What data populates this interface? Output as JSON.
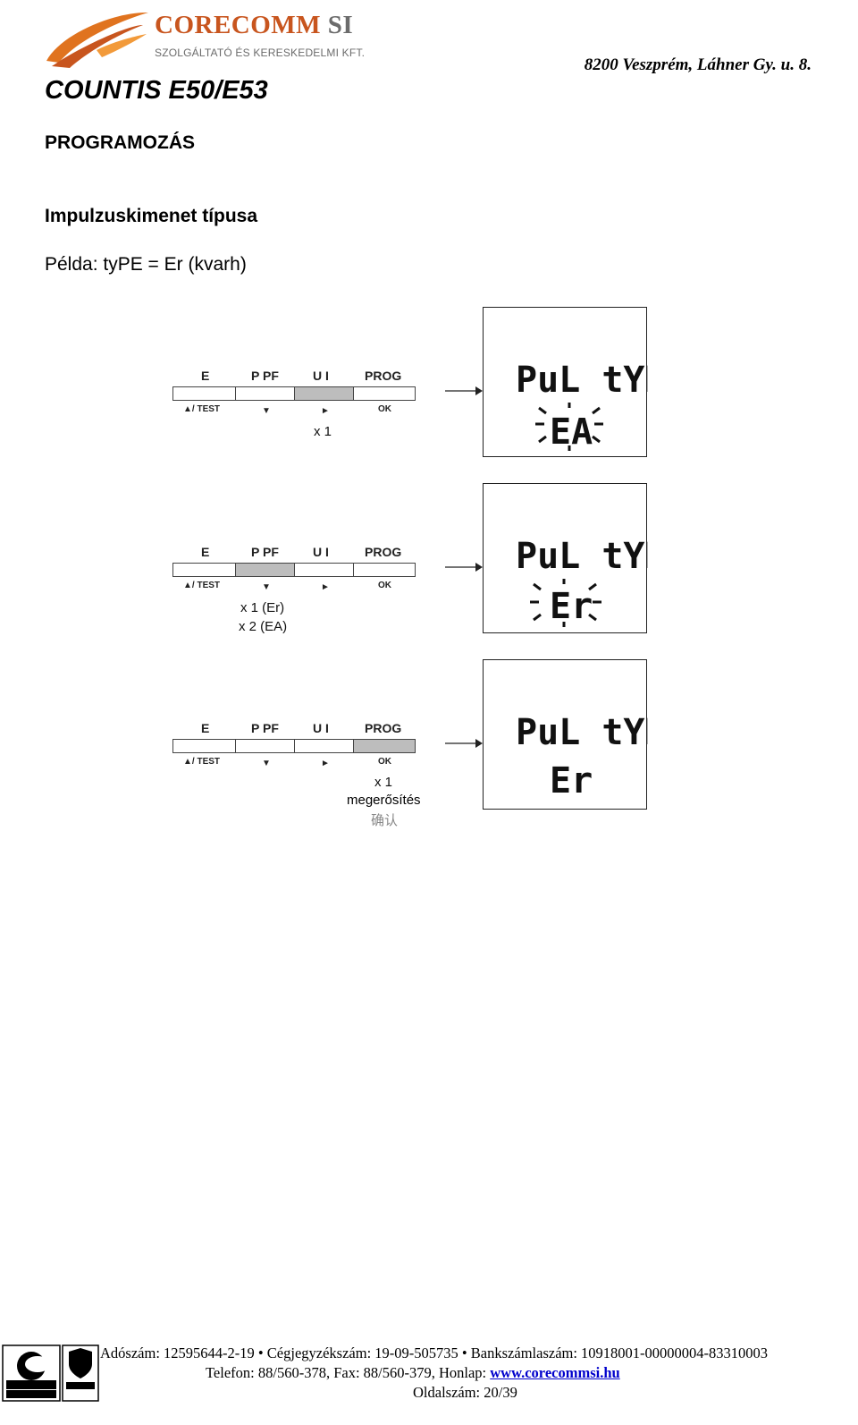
{
  "header": {
    "brand_main": "CORECOMM",
    "brand_si": "SI",
    "brand_sub": "SZOLGÁLTATÓ ÉS KERESKEDELMI KFT.",
    "address": "8200 Veszprém, Láhner Gy. u. 8.",
    "doc_title": "COUNTIS E50/E53",
    "section": "PROGRAMOZÁS"
  },
  "content": {
    "subsection": "Impulzuskimenet típusa",
    "example": "Példa: tyPE = Er (kvarh)"
  },
  "keys": {
    "e": "E",
    "p_pf": "P PF",
    "u_i": "U I",
    "prog": "PROG",
    "test": "▲/ TEST",
    "down": "▼",
    "right": "►",
    "ok": "OK"
  },
  "steps": [
    {
      "active_key": "U I",
      "press": [
        "x 1"
      ],
      "lcd_line1": "PuL tYP",
      "lcd_line2": "EA",
      "blinking": true
    },
    {
      "active_key": "P PF",
      "press": [
        "x 1 (Er)",
        "x 2 (EA)"
      ],
      "lcd_line1": "PuL tYP",
      "lcd_line2": "Er",
      "blinking": true
    },
    {
      "active_key": "PROG",
      "press": [
        "x 1"
      ],
      "lcd_line1": "PuL tYP",
      "lcd_line2": "Er",
      "blinking": false
    }
  ],
  "confirm": {
    "hu": "megerősítés",
    "cn": "确认"
  },
  "footer": {
    "line1": "Adószám: 12595644-2-19 • Cégjegyzékszám: 19-09-505735 • Bankszámlaszám: 10918001-00000004-83310003",
    "line2_prefix": "Telefon: 88/560-378, Fax: 88/560-379, Honlap: ",
    "website": "www.corecommsi.hu",
    "line3": "Oldalszám: 20/39"
  },
  "colors": {
    "brand_orange": "#c8551e",
    "key_active": "#bdbdbd",
    "link": "#0000cc"
  }
}
